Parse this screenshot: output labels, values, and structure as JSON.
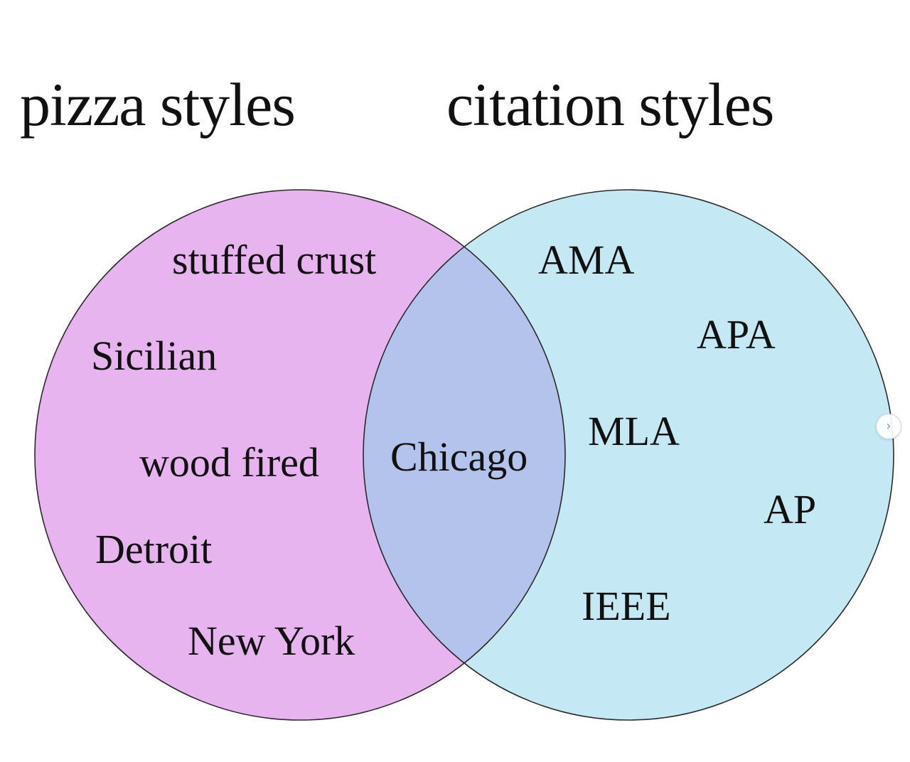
{
  "headings": {
    "left": "pizza styles",
    "right": "citation styles"
  },
  "sets": {
    "left": {
      "color": "#e8b4ef",
      "items": [
        "stuffed crust",
        "Sicilian",
        "wood fired",
        "Detroit",
        "New York"
      ]
    },
    "right": {
      "color": "#c5e9f4",
      "items": [
        "AMA",
        "APA",
        "MLA",
        "AP",
        "IEEE"
      ]
    },
    "overlap": {
      "color": "#b3c3ec",
      "items": [
        "Chicago"
      ]
    }
  },
  "outline_color": "#2a2a2a",
  "next_button_icon": "chevron-right-icon"
}
